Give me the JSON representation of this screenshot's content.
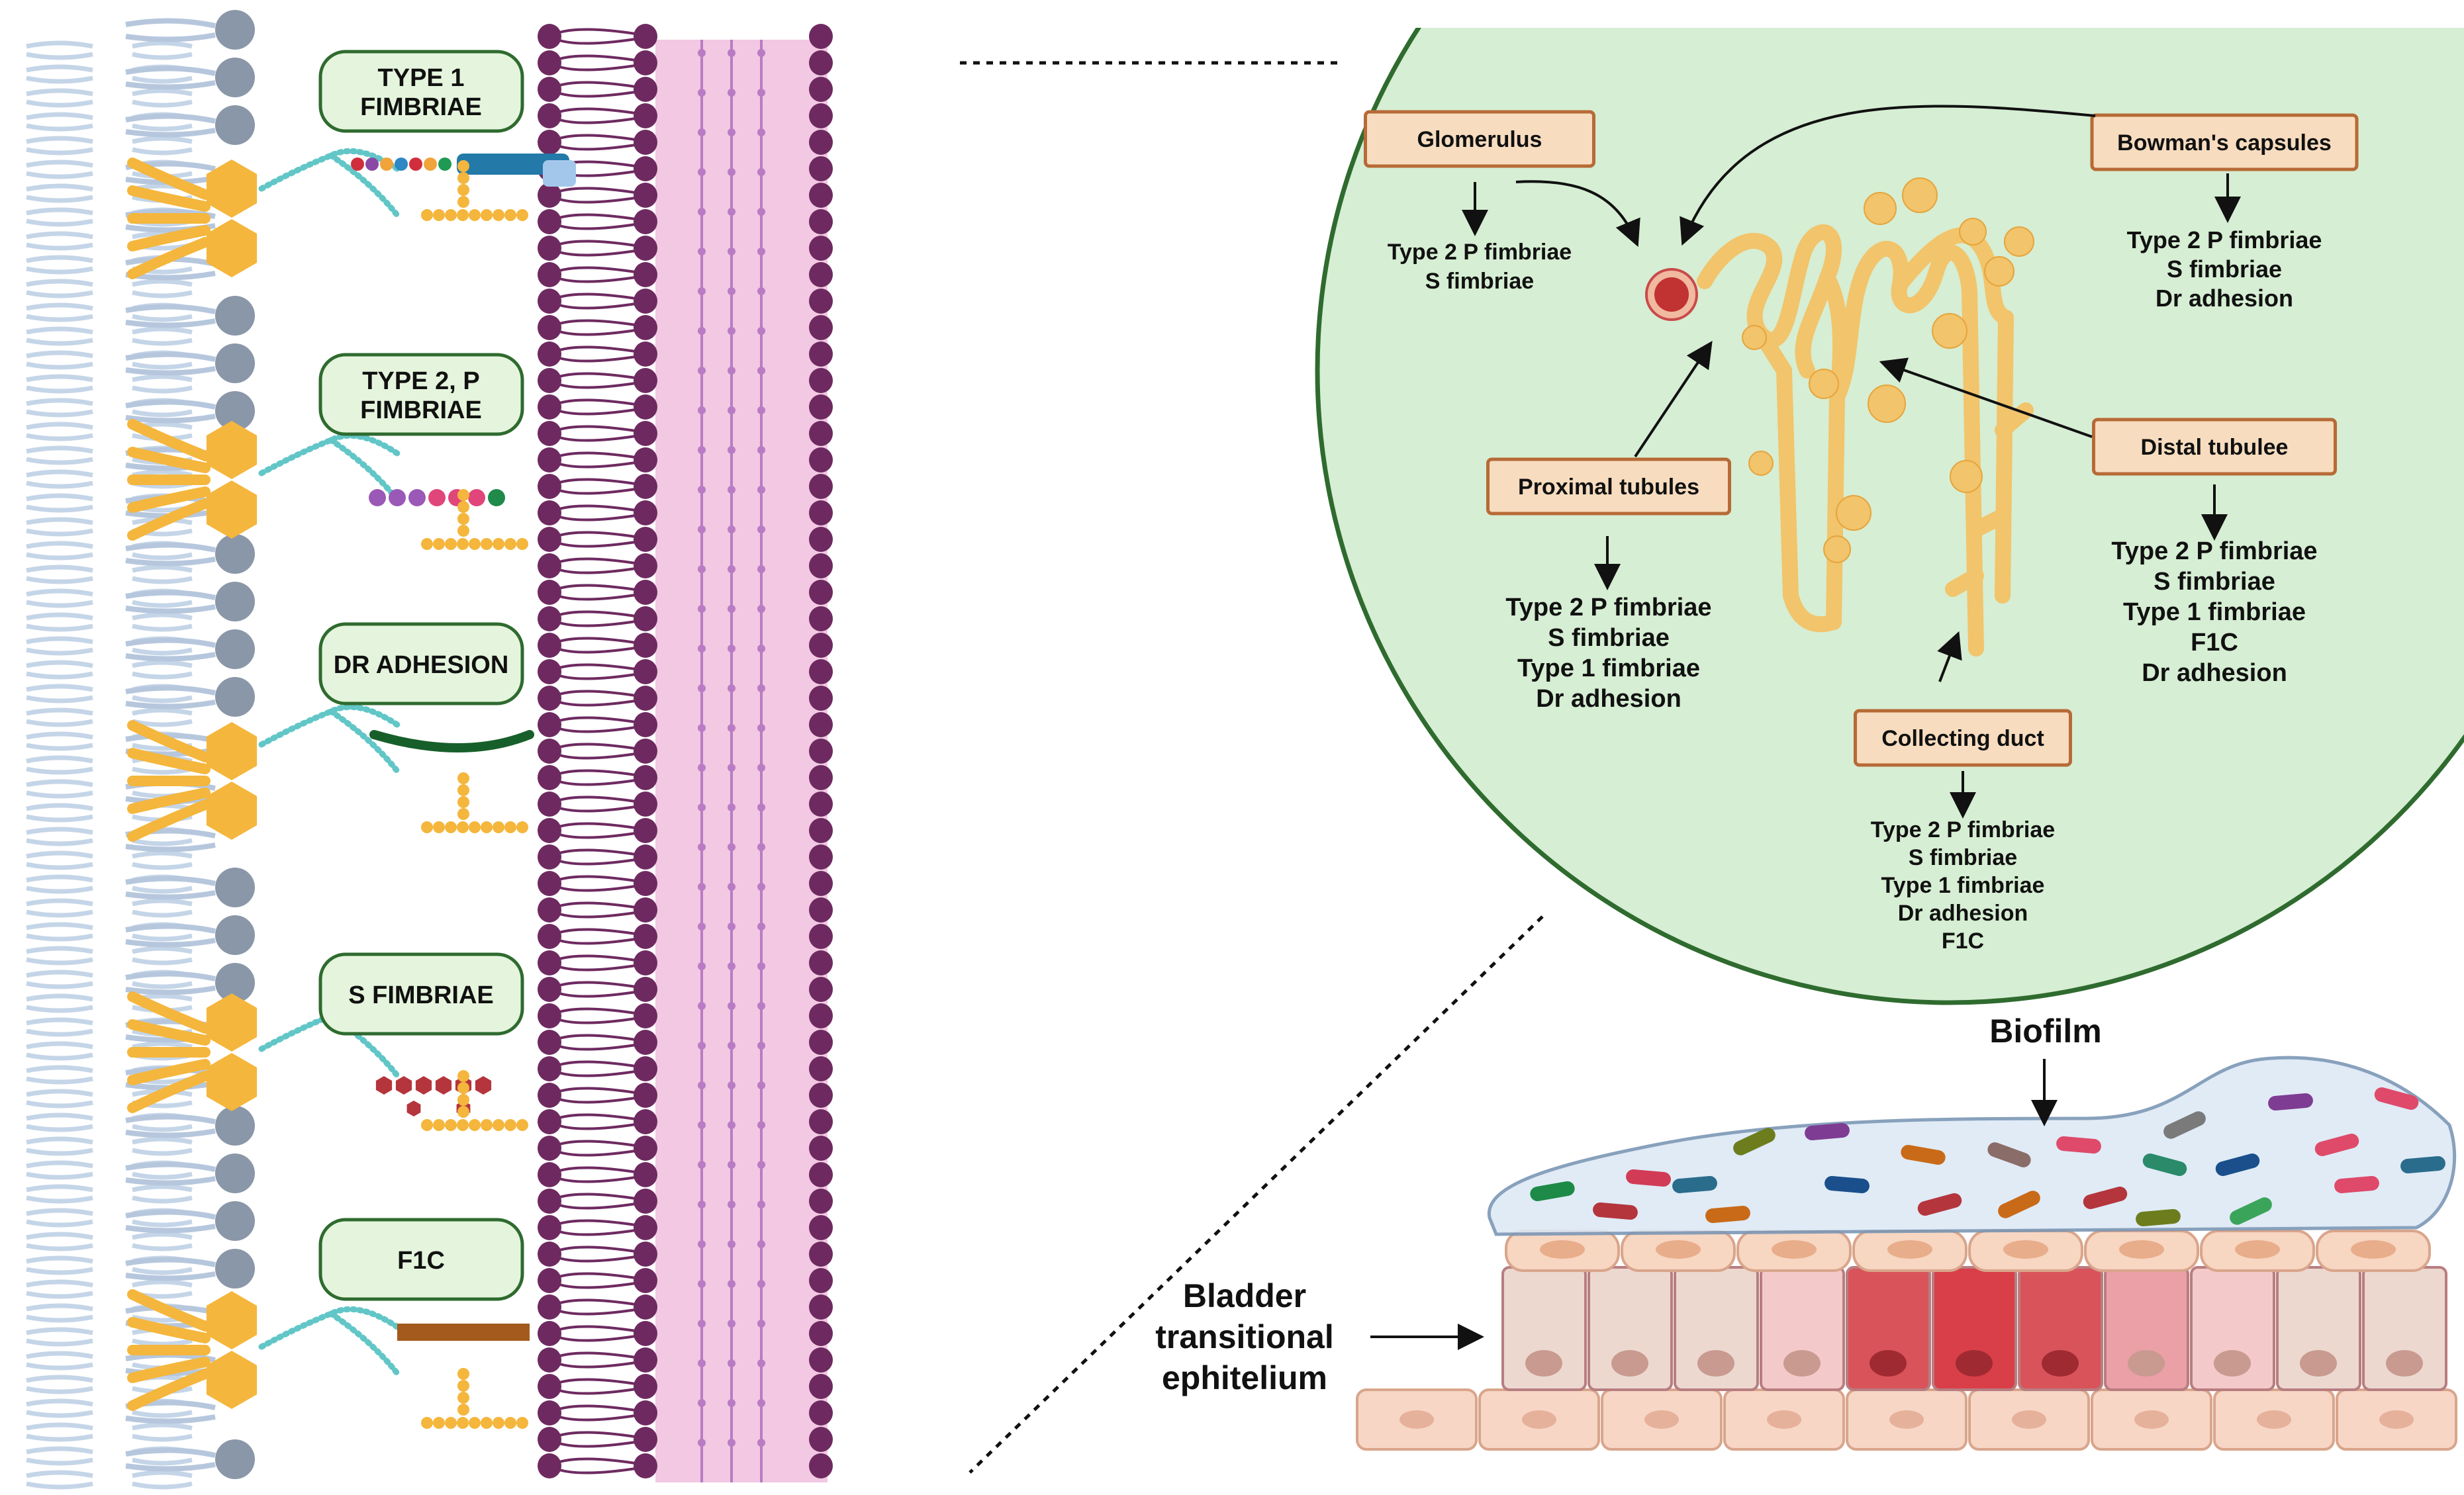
{
  "colors": {
    "pill_fill": "#e5f5dd",
    "pill_stroke": "#2f6b2f",
    "box_fill": "#f7dcbf",
    "box_stroke": "#b76a36",
    "circle_fill": "#d6eed3",
    "circle_stroke": "#2f6b2f",
    "membrane_purple": "#6e2a60",
    "membrane_pink": "#f2c8e2",
    "lipid_head_grey": "#8a97a8",
    "receptor_orange": "#f4b63c",
    "fibril_teal": "#62c6c7",
    "nephron_orange": "#f2c46b",
    "biofilm_blue": "#dde9f6",
    "epithelium_red": "#d9535b",
    "epithelium_peach": "#f5d6c2"
  },
  "left_panel": {
    "fimbriae": [
      {
        "label_lines": [
          "TYPE 1",
          "FIMBRIAE"
        ]
      },
      {
        "label_lines": [
          "TYPE 2, P",
          "FIMBRIAE"
        ]
      },
      {
        "label_lines": [
          "DR ADHESION"
        ]
      },
      {
        "label_lines": [
          "S FIMBRIAE"
        ]
      },
      {
        "label_lines": [
          "F1C"
        ]
      }
    ]
  },
  "kidney_panel": {
    "glomerulus": {
      "label": "Glomerulus",
      "items": [
        "Type 2 P fimbriae",
        "S fimbriae"
      ]
    },
    "bowmans": {
      "label": "Bowman's capsules",
      "items": [
        "Type 2 P fimbriae",
        "S fimbriae",
        "Dr adhesion"
      ]
    },
    "proximal": {
      "label": "Proximal tubules",
      "items": [
        "Type 2 P fimbriae",
        "S fimbriae",
        "Type 1 fimbriae",
        "Dr adhesion"
      ]
    },
    "distal": {
      "label": "Distal tubulee",
      "items": [
        "Type 2 P fimbriae",
        "S fimbriae",
        "Type 1 fimbriae",
        "F1C",
        "Dr adhesion"
      ]
    },
    "collecting": {
      "label": "Collecting duct",
      "items": [
        "Type 2 P fimbriae",
        "S fimbriae",
        "Type 1 fimbriae",
        "Dr adhesion",
        "F1C"
      ]
    }
  },
  "bladder_panel": {
    "biofilm_label": "Biofilm",
    "epithelium_label_lines": [
      "Bladder",
      "transitional",
      "ephitelium"
    ]
  }
}
